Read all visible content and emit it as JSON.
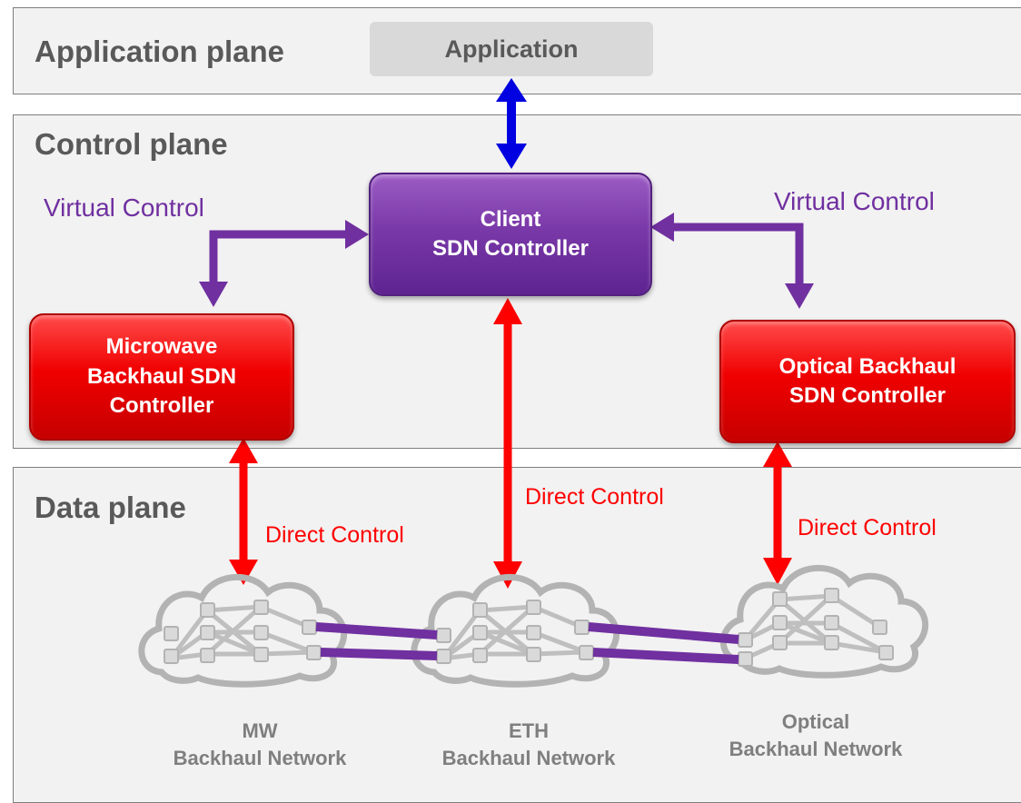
{
  "planes": {
    "application": {
      "title": "Application plane",
      "box_label": "Application"
    },
    "control": {
      "title": "Control plane"
    },
    "data": {
      "title": "Data plane"
    }
  },
  "controllers": {
    "client": "Client\nSDN Controller",
    "microwave": "Microwave\nBackhaul SDN\nController",
    "optical": "Optical Backhaul\nSDN Controller"
  },
  "labels": {
    "virtual_left": "Virtual Control",
    "virtual_right": "Virtual Control",
    "direct_left": "Direct Control",
    "direct_center": "Direct Control",
    "direct_right": "Direct Control"
  },
  "networks": {
    "mw": "MW\nBackhaul Network",
    "eth": "ETH\nBackhaul Network",
    "optical": "Optical\nBackhaul Network"
  },
  "colors": {
    "plane_bg": "#f2f2f2",
    "app_arrow": "#0000e0",
    "virtual": "#7030a0",
    "direct": "#ff0000",
    "cloud": "#b3b3b3",
    "link": "#7030a0"
  }
}
